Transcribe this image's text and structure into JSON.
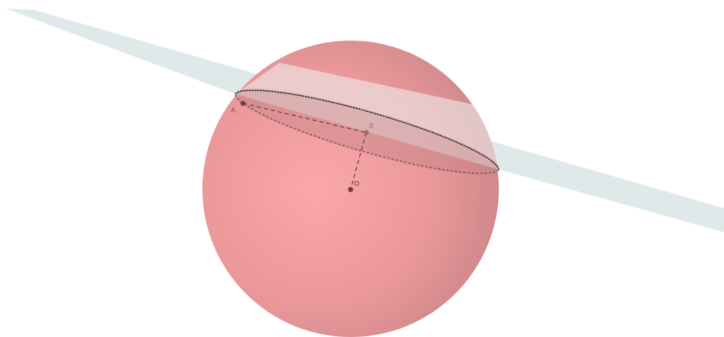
{
  "diagram": {
    "labels": [
      "A",
      "B",
      "O"
    ]
  }
}
